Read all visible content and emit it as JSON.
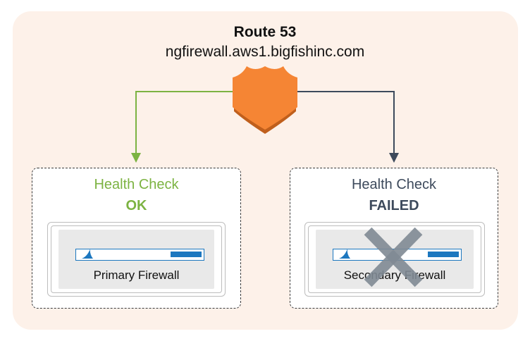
{
  "header": {
    "title": "Route 53",
    "hostname": "ngfirewall.aws1.bigfishinc.com"
  },
  "icons": {
    "route53": "shield-icon",
    "failed": "x-icon",
    "firewall_logo": "barracuda-fin-icon"
  },
  "primary": {
    "health_label": "Health Check",
    "status": "OK",
    "firewall_name": "Primary Firewall",
    "status_color": "#7cb342"
  },
  "secondary": {
    "health_label": "Health Check",
    "status": "FAILED",
    "firewall_name": "Secondary Firewall",
    "status_color": "#3d4a5c"
  },
  "colors": {
    "panel_bg": "#fdf1e9",
    "shield": "#f58534",
    "shield_shadow": "#c05f1c",
    "firewall_blue": "#1c77bf",
    "x_mark": "#7f8994"
  }
}
